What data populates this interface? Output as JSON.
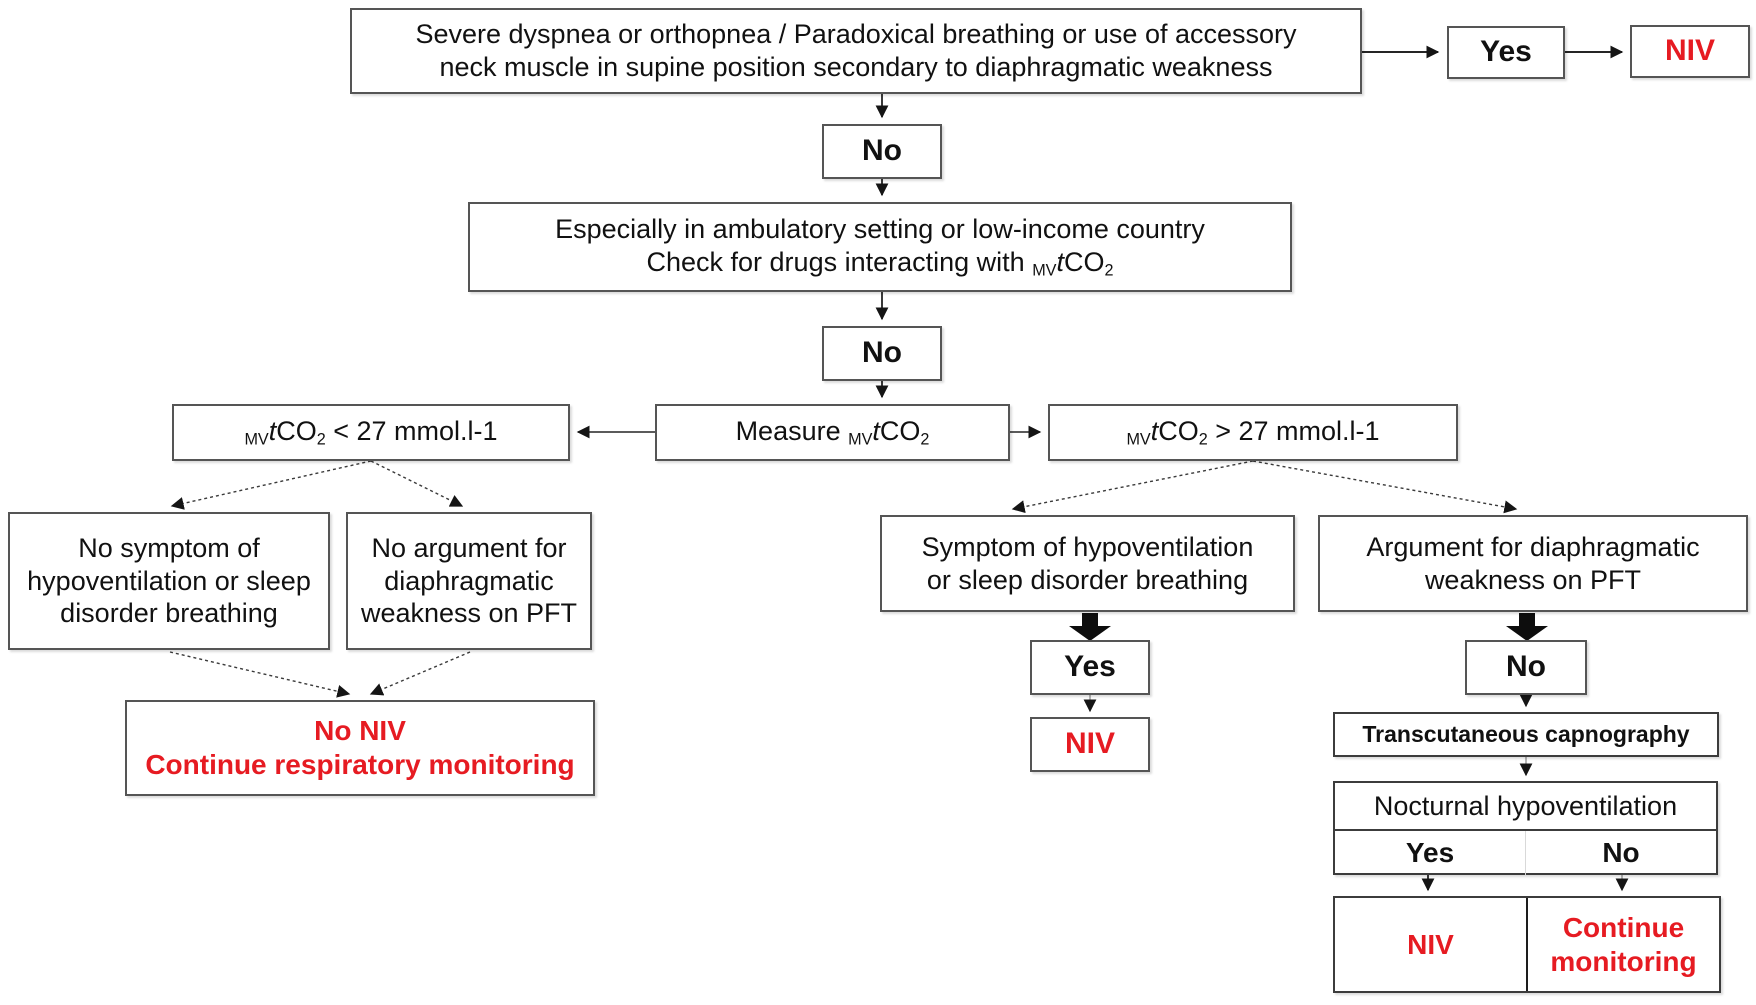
{
  "figure": {
    "description": "NIV decision flowchart",
    "accent_red": "#e61b22",
    "box_border_gray": "#555555"
  },
  "nodes": {
    "severe_dyspnea": {
      "line1": "Severe dyspnea or orthopnea / Paradoxical breathing or use of accessory",
      "line2": "neck muscle in supine position secondary to diaphragmatic weakness"
    },
    "yes_top": {
      "label": "Yes"
    },
    "niv_top": {
      "label": "NIV"
    },
    "no_1": {
      "label": "No"
    },
    "ambulatory": {
      "line1": "Especially in ambulatory setting or low-income country",
      "line2_prefix": "Check for drugs interacting with ",
      "sub_prefix": "MV",
      "italic_t": "t",
      "compound": "CO",
      "sub_suffix": "2"
    },
    "no_2": {
      "label": "No"
    },
    "measure": {
      "prefix": "Measure ",
      "sub_prefix": "MV",
      "italic_t": "t",
      "compound": "CO",
      "sub_suffix": "2"
    },
    "low_co2": {
      "sub_prefix": "MV",
      "italic_t": "t",
      "compound": "CO",
      "sub_suffix": "2",
      "suffix": " < 27 mmol.l-1"
    },
    "high_co2": {
      "sub_prefix": "MV",
      "italic_t": "t",
      "compound": "CO",
      "sub_suffix": "2",
      "suffix": " > 27 mmol.l-1"
    },
    "no_symptom": {
      "line1": "No symptom of",
      "line2": "hypoventilation or sleep",
      "line3": "disorder breathing"
    },
    "no_argument": {
      "line1": "No argument for",
      "line2": "diaphragmatic",
      "line3": "weakness on PFT"
    },
    "no_niv": {
      "line1": "No NIV",
      "line2": "Continue respiratory monitoring"
    },
    "symptom": {
      "line1": "Symptom of hypoventilation",
      "line2": "or sleep disorder breathing"
    },
    "argument": {
      "line1": "Argument for diaphragmatic",
      "line2": "weakness on PFT"
    },
    "yes_mid": {
      "label": "Yes"
    },
    "niv_mid": {
      "label": "NIV"
    },
    "no_3": {
      "label": "No"
    },
    "transcutaneous": {
      "label": "Transcutaneous capnography"
    },
    "nocturnal": {
      "header": "Nocturnal hypoventilation",
      "yes": "Yes",
      "no": "No"
    },
    "outcome": {
      "niv": "NIV",
      "continue_line1": "Continue",
      "continue_line2": "monitoring"
    }
  }
}
